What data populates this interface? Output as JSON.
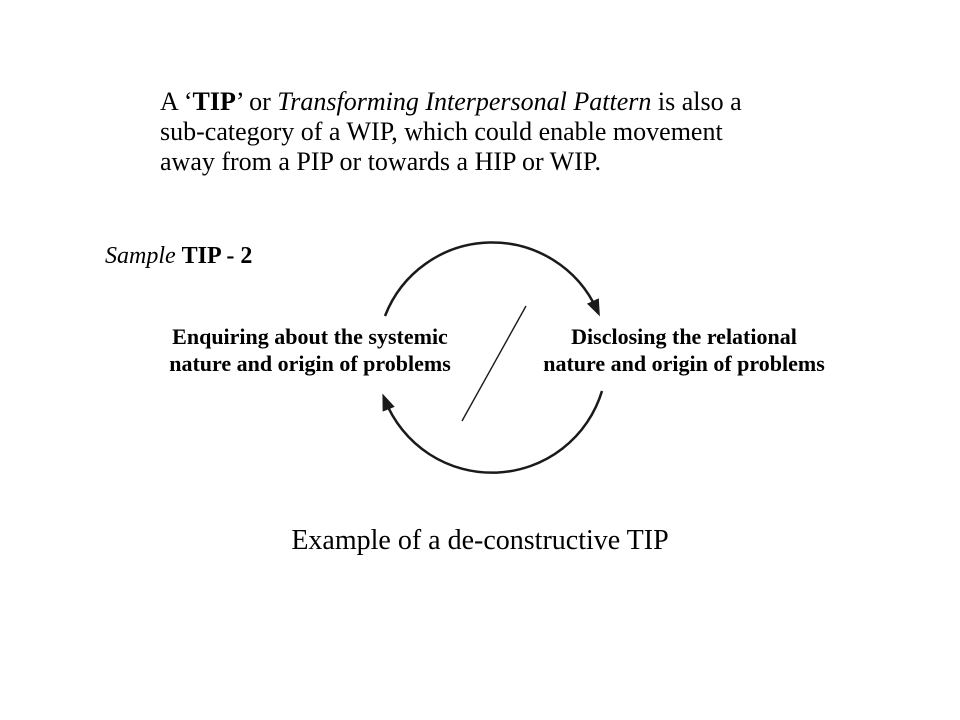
{
  "slide": {
    "background": "#ffffff",
    "text_color": "#000000"
  },
  "intro": {
    "lines": [
      {
        "segments": [
          {
            "text": "A ‘",
            "style": "normal"
          },
          {
            "text": "TIP",
            "style": "bold"
          },
          {
            "text": "’ or ",
            "style": "normal"
          },
          {
            "text": "Transforming Interpersonal Pattern",
            "style": "italic"
          },
          {
            "text": " is also a",
            "style": "normal"
          }
        ]
      },
      {
        "segments": [
          {
            "text": "sub-category of a WIP, which could enable movement",
            "style": "normal"
          }
        ]
      },
      {
        "segments": [
          {
            "text": "away from a PIP or towards a HIP or WIP.",
            "style": "normal"
          }
        ]
      }
    ]
  },
  "sample_heading": {
    "italic_part": "Sample ",
    "bold_part": "TIP - 2"
  },
  "diagram": {
    "arrow_color": "#1a1a1a",
    "left_label": {
      "line1": "Enquiring about the systemic",
      "line2": "nature and origin of problems"
    },
    "right_label": {
      "line1": "Disclosing the relational",
      "line2": "nature and origin of problems"
    }
  },
  "caption": {
    "text": "Example of a de-constructive TIP"
  }
}
